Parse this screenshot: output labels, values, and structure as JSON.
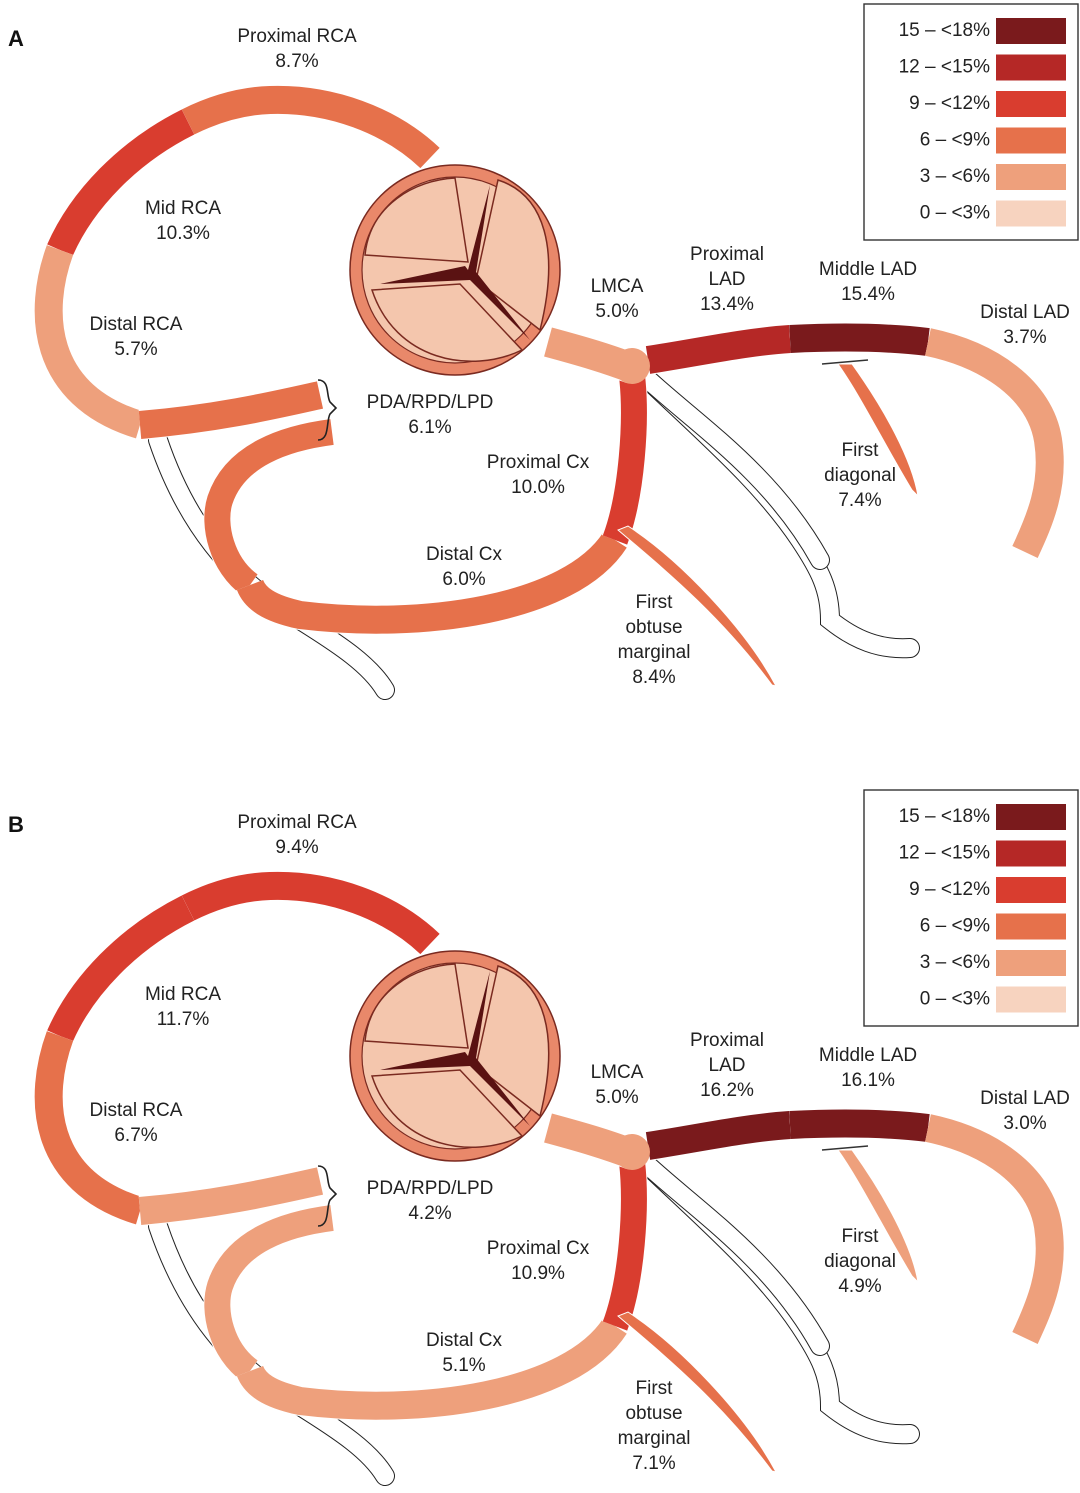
{
  "colors": {
    "c0": "#f7d3bf",
    "c3": "#eea07c",
    "c6": "#e6714b",
    "c9": "#d93d2f",
    "c12": "#b52826",
    "c15": "#7a1a1c",
    "outline": "#ffffff",
    "valve_fill": "#f4c6ad",
    "valve_ring": "#e9886a",
    "valve_dark": "#5a1212"
  },
  "legend": [
    {
      "label": "15 – <18%",
      "color_key": "c15"
    },
    {
      "label": "12 – <15%",
      "color_key": "c12"
    },
    {
      "label": "9 – <12%",
      "color_key": "c9"
    },
    {
      "label": "6 – <9%",
      "color_key": "c6"
    },
    {
      "label": "3 – <6%",
      "color_key": "c3"
    },
    {
      "label": "0 – <3%",
      "color_key": "c0"
    }
  ],
  "panels": [
    {
      "id": "A",
      "letter": "A",
      "segments": {
        "proximal_rca": {
          "name_lines": [
            "Proximal RCA"
          ],
          "value": "8.7%",
          "color_key": "c6"
        },
        "mid_rca": {
          "name_lines": [
            "Mid RCA"
          ],
          "value": "10.3%",
          "color_key": "c9"
        },
        "distal_rca": {
          "name_lines": [
            "Distal RCA"
          ],
          "value": "5.7%",
          "color_key": "c3"
        },
        "pda": {
          "name_lines": [
            "PDA/RPD/LPD"
          ],
          "value": "6.1%",
          "color_key": "c6"
        },
        "lmca": {
          "name_lines": [
            "LMCA"
          ],
          "value": "5.0%",
          "color_key": "c3"
        },
        "proximal_lad": {
          "name_lines": [
            "Proximal",
            "LAD"
          ],
          "value": "13.4%",
          "color_key": "c12"
        },
        "middle_lad": {
          "name_lines": [
            "Middle LAD"
          ],
          "value": "15.4%",
          "color_key": "c15"
        },
        "distal_lad": {
          "name_lines": [
            "Distal LAD"
          ],
          "value": "3.7%",
          "color_key": "c3"
        },
        "first_diagonal": {
          "name_lines": [
            "First",
            "diagonal"
          ],
          "value": "7.4%",
          "color_key": "c6"
        },
        "proximal_cx": {
          "name_lines": [
            "Proximal Cx"
          ],
          "value": "10.0%",
          "color_key": "c9"
        },
        "distal_cx": {
          "name_lines": [
            "Distal Cx"
          ],
          "value": "6.0%",
          "color_key": "c6"
        },
        "first_om": {
          "name_lines": [
            "First",
            "obtuse",
            "marginal"
          ],
          "value": "8.4%",
          "color_key": "c6"
        }
      }
    },
    {
      "id": "B",
      "letter": "B",
      "segments": {
        "proximal_rca": {
          "name_lines": [
            "Proximal RCA"
          ],
          "value": "9.4%",
          "color_key": "c9"
        },
        "mid_rca": {
          "name_lines": [
            "Mid RCA"
          ],
          "value": "11.7%",
          "color_key": "c9"
        },
        "distal_rca": {
          "name_lines": [
            "Distal RCA"
          ],
          "value": "6.7%",
          "color_key": "c6"
        },
        "pda": {
          "name_lines": [
            "PDA/RPD/LPD"
          ],
          "value": "4.2%",
          "color_key": "c3"
        },
        "lmca": {
          "name_lines": [
            "LMCA"
          ],
          "value": "5.0%",
          "color_key": "c3"
        },
        "proximal_lad": {
          "name_lines": [
            "Proximal",
            "LAD"
          ],
          "value": "16.2%",
          "color_key": "c15"
        },
        "middle_lad": {
          "name_lines": [
            "Middle LAD"
          ],
          "value": "16.1%",
          "color_key": "c15"
        },
        "distal_lad": {
          "name_lines": [
            "Distal LAD"
          ],
          "value": "3.0%",
          "color_key": "c3"
        },
        "first_diagonal": {
          "name_lines": [
            "First",
            "diagonal"
          ],
          "value": "4.9%",
          "color_key": "c3"
        },
        "proximal_cx": {
          "name_lines": [
            "Proximal Cx"
          ],
          "value": "10.9%",
          "color_key": "c9"
        },
        "distal_cx": {
          "name_lines": [
            "Distal Cx"
          ],
          "value": "5.1%",
          "color_key": "c3"
        },
        "first_om": {
          "name_lines": [
            "First",
            "obtuse",
            "marginal"
          ],
          "value": "7.1%",
          "color_key": "c6"
        }
      }
    }
  ]
}
